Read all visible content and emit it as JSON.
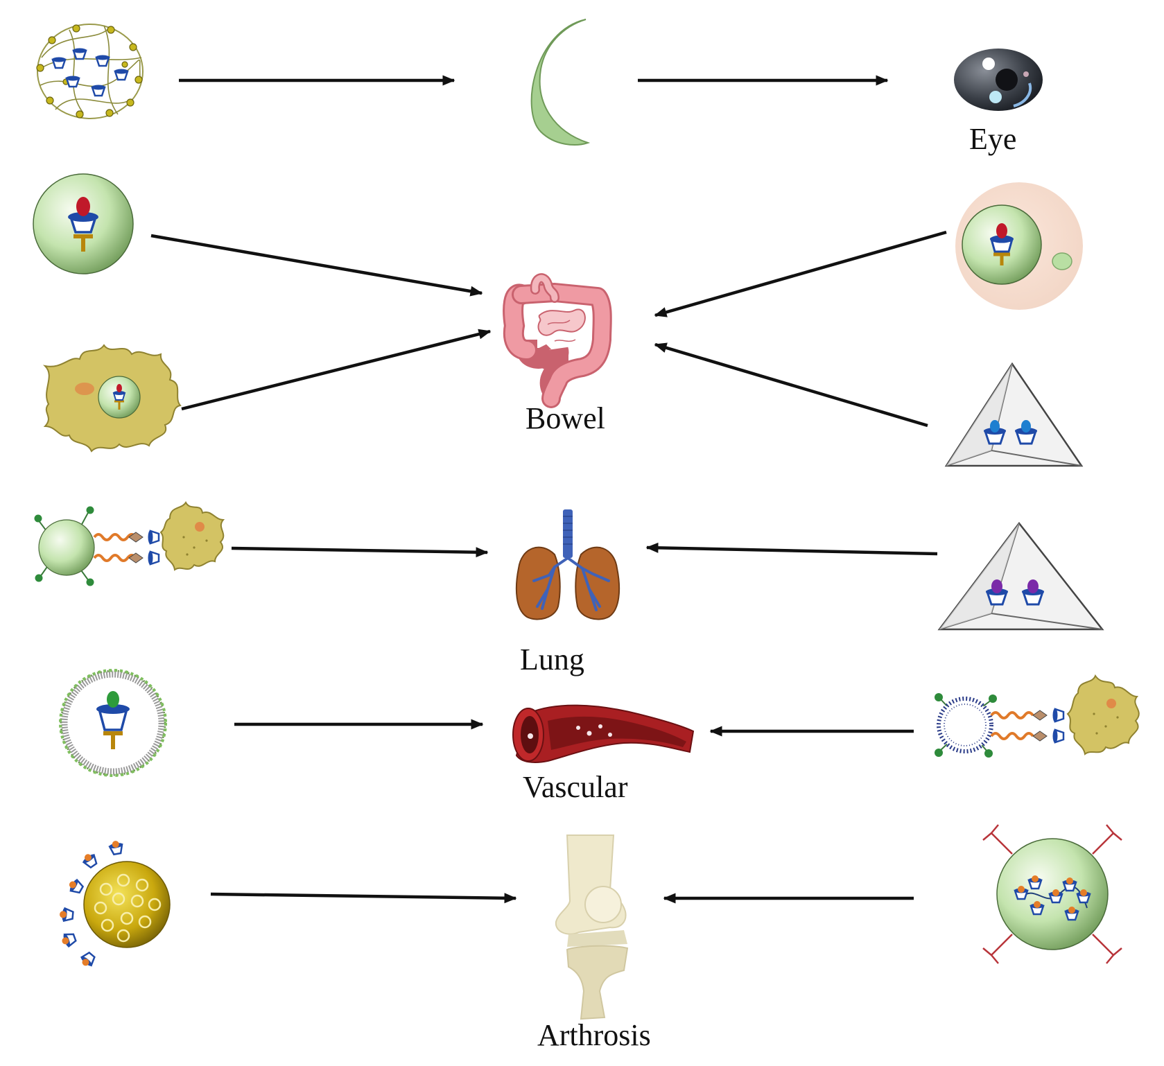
{
  "labels": {
    "eye": "Eye",
    "bowel": "Bowel",
    "lung": "Lung",
    "vascular": "Vascular",
    "arthrosis": "Arthrosis"
  },
  "colors": {
    "arrow": "#111111",
    "sphere_green": "#b9dfa3",
    "moon_green": "#a6cf90",
    "cell_yellow": "#d3c364",
    "gold": "#c9a80e",
    "intestine_pink": "#ef9aa3",
    "lung_brown": "#b5652b",
    "bronchi_blue": "#3f62b8",
    "vessel_red": "#a91f22",
    "bone_cream": "#efe9cc",
    "cd_blue": "#1f4aa8",
    "drug_red": "#c0192a",
    "drug_green": "#2e9b3b",
    "drug_orange": "#e57d28",
    "drug_purple": "#7a2aa8",
    "antibody_red": "#b8343a"
  },
  "icons": [
    "hydrogel-network-icon",
    "contact-lens-icon",
    "eye-icon",
    "nanoparticle-sphere-icon",
    "macrophage-cell-icon",
    "cell-encapsulated-particle-icon",
    "intestine-icon",
    "dna-tetrahedron-icon",
    "lung-icon",
    "particle-cell-conjugate-icon",
    "liposome-icon",
    "blood-vessel-icon",
    "liposome-cell-conjugate-icon",
    "gold-nanoparticle-icon",
    "knee-joint-icon",
    "antibody-sphere-icon"
  ]
}
